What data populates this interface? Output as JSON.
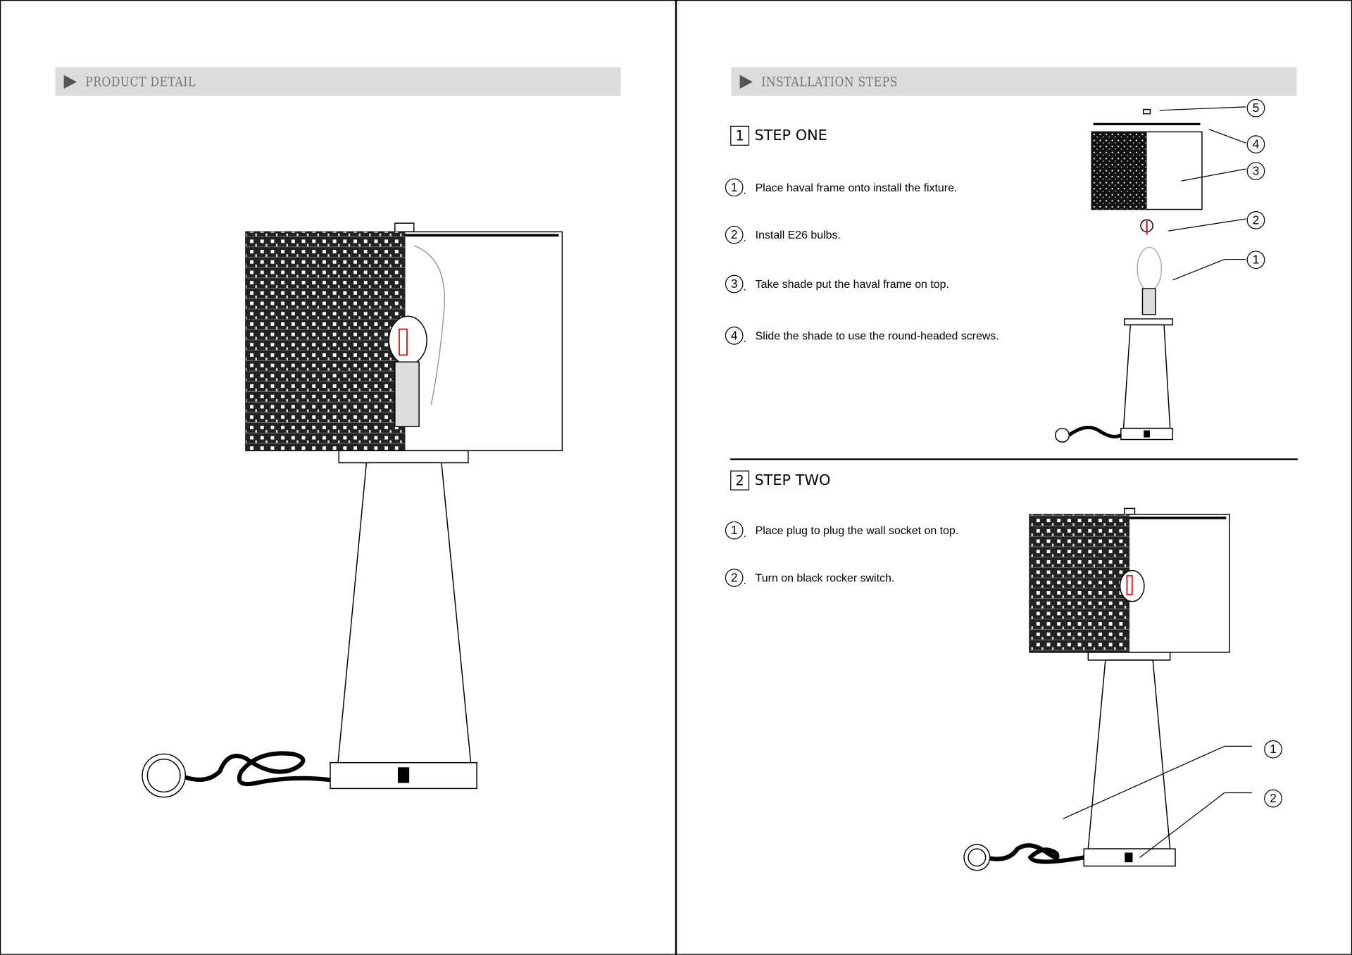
{
  "left_page": {
    "header": {
      "title": "PRODUCT DETAIL"
    }
  },
  "right_page": {
    "header": {
      "title": "INSTALLATION STEPS"
    },
    "step_one": {
      "number": "1",
      "title": "STEP ONE",
      "items": [
        {
          "marker": "1",
          "text": "Place haval frame onto install the fixture."
        },
        {
          "marker": "2",
          "text": "Install E26 bulbs."
        },
        {
          "marker": "3",
          "text": "Take shade put the haval frame on top."
        },
        {
          "marker": "4",
          "text": "Slide the shade to use the round-headed screws."
        }
      ],
      "callouts": [
        "5",
        "4",
        "3",
        "2",
        "1"
      ]
    },
    "step_two": {
      "number": "2",
      "title": "STEP TWO",
      "items": [
        {
          "marker": "1",
          "text": "Place plug to plug the wall socket on top."
        },
        {
          "marker": "2",
          "text": "Turn on black rocker switch."
        }
      ],
      "callouts": [
        "1",
        "2"
      ]
    }
  },
  "colors": {
    "header_bg": "#dcdcdc",
    "bulb_accent": "#e02020"
  }
}
